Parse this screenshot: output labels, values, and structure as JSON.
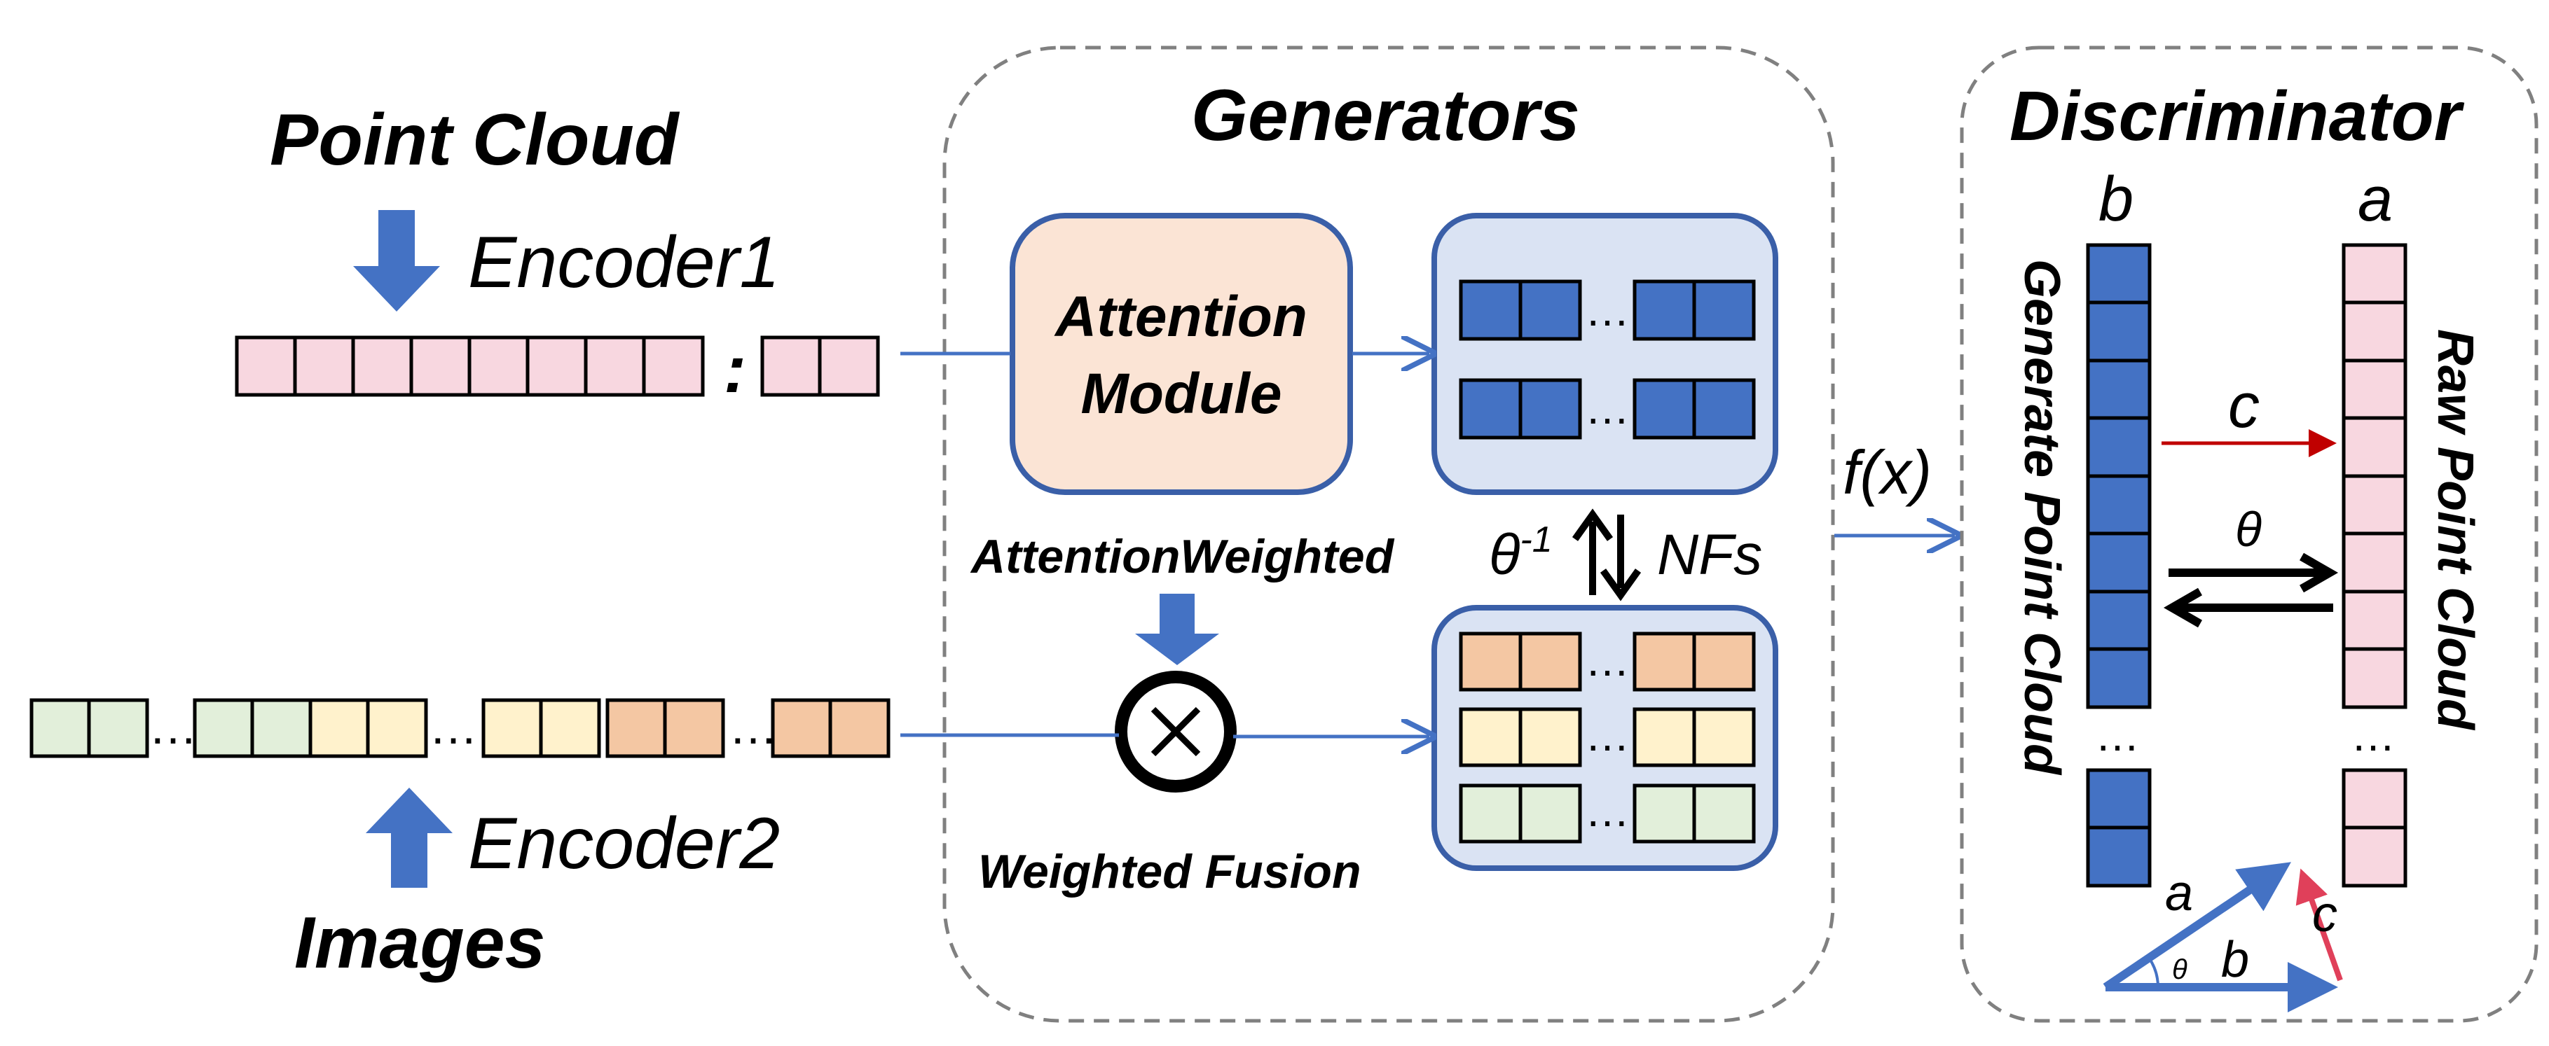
{
  "labels": {
    "point_cloud": "Point Cloud",
    "encoder1": "Encoder1",
    "images": "Images",
    "encoder2": "Encoder2",
    "generators_title": "Generators",
    "attention_module_line1": "Attention",
    "attention_module_line2": "Module",
    "attention_weighted": "AttentionWeighted",
    "weighted_fusion": "Weighted Fusion",
    "theta_inverse": "θ",
    "theta_inverse_exp": "-1",
    "nfs": "NFs",
    "fx": "f(x)",
    "discriminator_title": "Discriminator",
    "b": "b",
    "a": "a",
    "c": "c",
    "theta": "θ",
    "generate_point_cloud": "Generate Point Cloud",
    "raw_point_cloud": "Raw Point Cloud",
    "ellipsis": "…",
    "colon": ":",
    "triangle_a": "a",
    "triangle_b": "b",
    "triangle_c": "c",
    "triangle_theta": "θ"
  },
  "colors": {
    "pink_cell": "#f8d7e0",
    "blue_cell": "#4472c4",
    "green_cell": "#e2efda",
    "yellow_cell": "#fff2cc",
    "orange_cell": "#f4c7a3",
    "attention_fill": "#fbe4d5",
    "panel_fill": "#dae3f3",
    "box_stroke": "#3a5fa8",
    "arrow_blue": "#4472c4",
    "arrow_red": "#c00000",
    "dashed": "#808080"
  },
  "icons": [
    "down-arrow-icon",
    "up-arrow-icon",
    "multiply-circle-icon",
    "bidirectional-arrow-icon"
  ]
}
